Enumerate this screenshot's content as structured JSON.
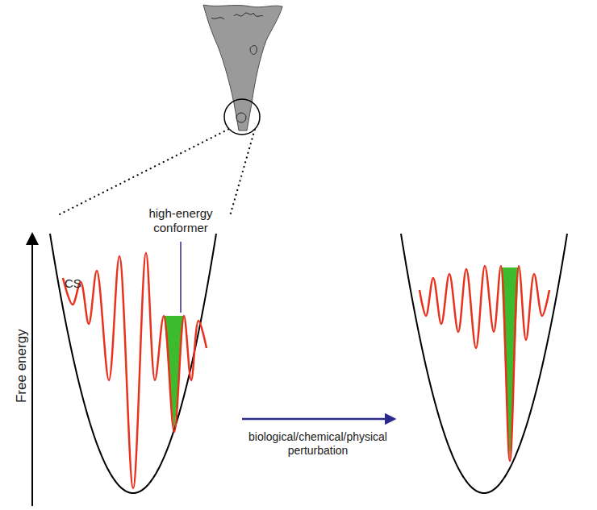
{
  "diagram": {
    "labels": [
      "CS",
      "high-energy conformer",
      "Free energy",
      "biological/chemical/physical perturbation"
    ]
  }
}
